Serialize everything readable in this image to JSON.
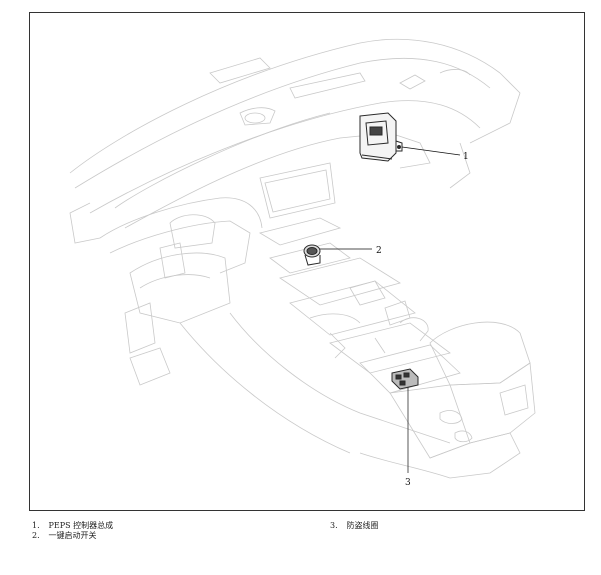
{
  "callouts": [
    {
      "number": "1",
      "label": "PEPS 控制器总成"
    },
    {
      "number": "2",
      "label": "一键启动开关"
    },
    {
      "number": "3",
      "label": "防盗线圈"
    }
  ],
  "legend": {
    "items": [
      {
        "number": "1.",
        "label": "PEPS 控制器总成"
      },
      {
        "number": "2.",
        "label": "一键启动开关"
      },
      {
        "number": "3.",
        "label": "防盗线圈"
      }
    ]
  },
  "colors": {
    "outline": "#c9c9c9",
    "component": "#2a2a2a",
    "frame": "#333333"
  }
}
